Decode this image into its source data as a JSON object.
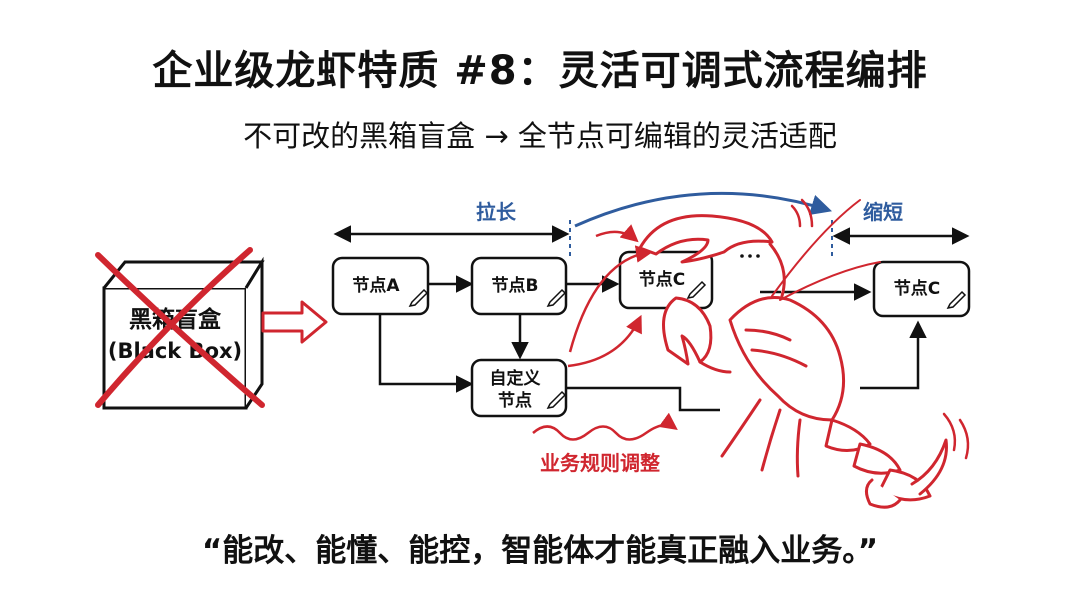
{
  "title": "企业级龙虾特质 #8：灵活可调式流程编排",
  "subtitle": "不可改的黑箱盲盒 → 全节点可编辑的灵活适配",
  "black_box": {
    "label_cn": "黑箱盲盒",
    "label_en": "(Black Box)"
  },
  "labels": {
    "stretch": "拉长",
    "shorten": "缩短",
    "business_rules": "业务规则调整"
  },
  "nodes": {
    "a": "节点A",
    "b": "节点B",
    "c": "节点C",
    "custom_line1": "自定义",
    "custom_line2": "节点",
    "c_short": "节点C"
  },
  "quote": "“能改、能懂、能控，智能体才能真正融入业务。”",
  "colors": {
    "accent_red": "#d0262f",
    "accent_blue": "#2f5c9e",
    "ink": "#111111"
  }
}
